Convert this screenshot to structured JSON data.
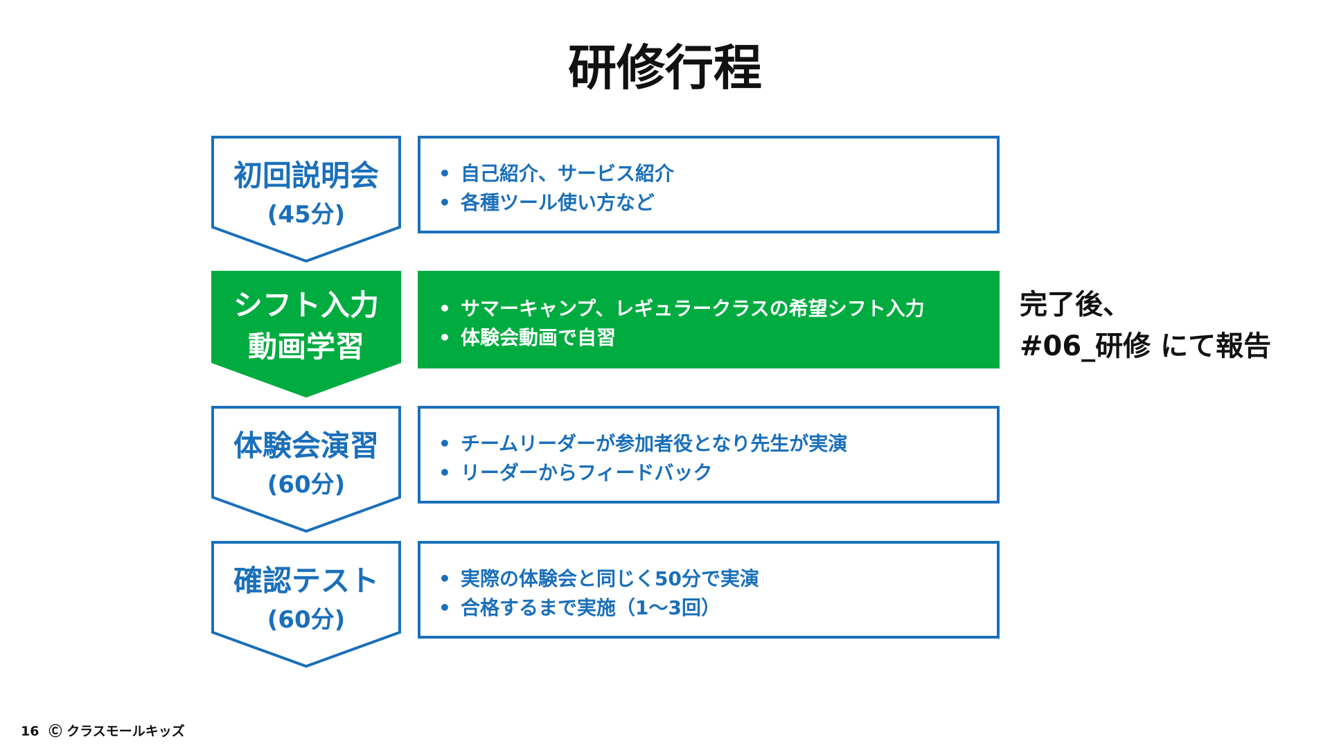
{
  "title": "研修行程",
  "colors": {
    "blue": "#1a6fba",
    "green": "#00ab40",
    "text": "#111111"
  },
  "steps": [
    {
      "label": "初回説明会",
      "sub": "(45分)",
      "details": [
        "自己紹介、サービス紹介",
        "各種ツール使い方など"
      ]
    },
    {
      "label": "シフト入力",
      "sub": "動画学習",
      "details": [
        "サマーキャンプ、レギュラークラスの希望シフト入力",
        "体験会動画で自習"
      ]
    },
    {
      "label": "体験会演習",
      "sub": "(60分)",
      "details": [
        "チームリーダーが参加者役となり先生が実演",
        "リーダーからフィードバック"
      ]
    },
    {
      "label": "確認テスト",
      "sub": "(60分)",
      "details": [
        "実際の体験会と同じく50分で実演",
        "合格するまで実施（1〜3回）"
      ]
    }
  ],
  "side_note": {
    "line1": "完了後、",
    "line2": "#06_研修 にて報告"
  },
  "footer": {
    "page": "16",
    "copyright": "Ⓒ クラスモールキッズ"
  }
}
